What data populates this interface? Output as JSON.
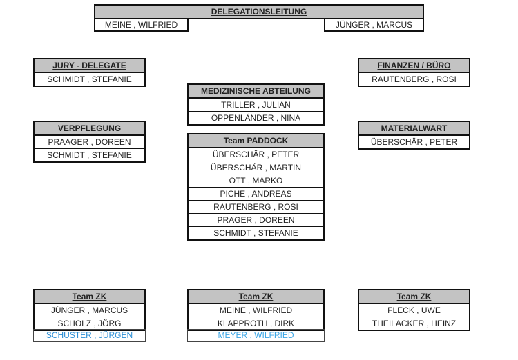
{
  "delegation": {
    "title": "DELEGATIONSLEITUNG",
    "left": "MEINE , WILFRIED",
    "right": "JÜNGER , MARCUS"
  },
  "jury": {
    "title": "JURY - DELEGATE",
    "members": [
      "SCHMIDT , STEFANIE"
    ]
  },
  "finanzen": {
    "title": "FINANZEN / BÜRO",
    "members": [
      "RAUTENBERG , ROSI"
    ]
  },
  "medizin": {
    "title": "MEDIZINISCHE ABTEILUNG",
    "members": [
      "TRILLER , JULIAN",
      "OPPENLÄNDER , NINA"
    ]
  },
  "verpflegung": {
    "title": "VERPFLEGUNG",
    "members": [
      "PRAAGER , DOREEN",
      "SCHMIDT , STEFANIE"
    ]
  },
  "material": {
    "title": "MATERIALWART",
    "members": [
      "ÜBERSCHÄR , PETER"
    ]
  },
  "paddock": {
    "title": "Team PADDOCK",
    "members": [
      "ÜBERSCHÄR , PETER",
      "ÜBERSCHÄR , MARTIN",
      "OTT , MARKO",
      "PICHE , ANDREAS",
      "RAUTENBERG , ROSI",
      "PRAGER , DOREEN",
      "SCHMIDT , STEFANIE"
    ]
  },
  "zk1": {
    "title": "Team ZK",
    "members": [
      "JÜNGER , MARCUS",
      "SCHOLZ , JÖRG"
    ],
    "reserve": "SCHUSTER , JÜRGEN"
  },
  "zk2": {
    "title": "Team ZK",
    "members": [
      "MEINE , WILFRIED",
      "KLAPPROTH , DIRK"
    ],
    "reserve": "MEYER , WILFRIED"
  },
  "zk3": {
    "title": "Team ZK",
    "members": [
      "FLECK , UWE",
      "THEILACKER , HEINZ"
    ]
  },
  "colors": {
    "header": "#c3c3c3",
    "reserve1": "#2c8fd6",
    "reserve2": "#3ba6e6"
  }
}
